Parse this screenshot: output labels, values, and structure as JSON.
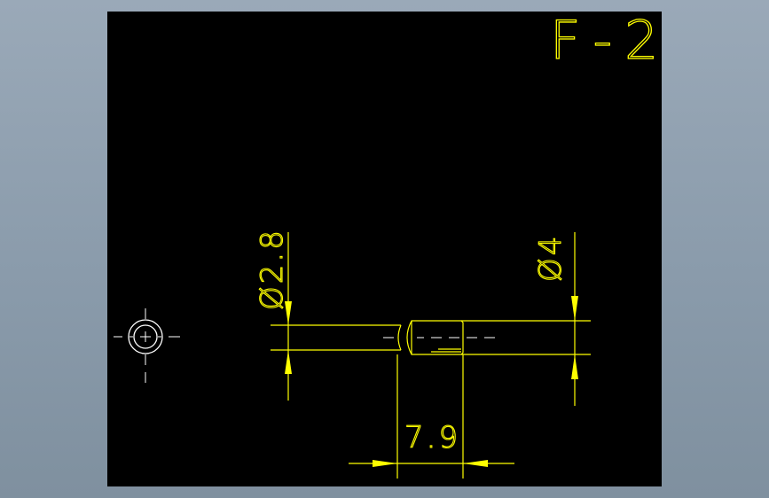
{
  "drawing": {
    "title": "F-2",
    "colors": {
      "line": "#ffff00",
      "center": "#ffffff",
      "background": "#000000",
      "outer": "#8a9bab"
    },
    "dimensions": {
      "d_small": "Ø2.8",
      "d_large": "Ø4",
      "length": "7.9"
    }
  }
}
